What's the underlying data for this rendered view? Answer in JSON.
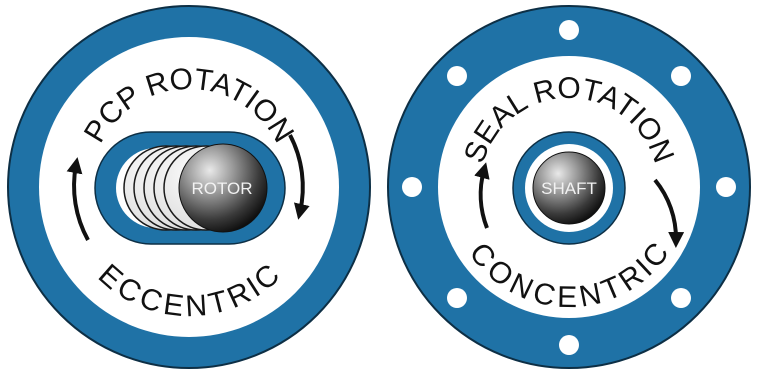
{
  "colors": {
    "ring_blue": "#1f72a6",
    "ring_outline": "#0d2f45",
    "paper": "#ffffff",
    "arrow": "#111111"
  },
  "pcp_diagram": {
    "arc_label_top": "PCP ROTATION",
    "arc_label_bottom": "ECCENTRIC",
    "ball_label": "ROTOR"
  },
  "seal_diagram": {
    "arc_label_top": "SEAL ROTATION",
    "arc_label_bottom": "CONCENTRIC",
    "ball_label": "SHAFT"
  }
}
